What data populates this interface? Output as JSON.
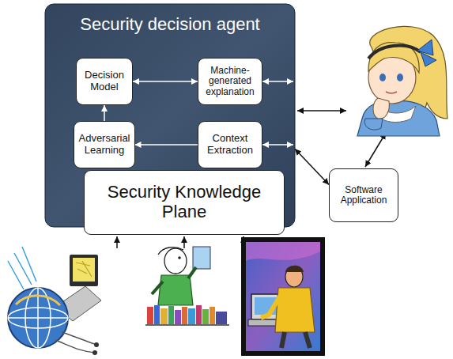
{
  "diagram": {
    "nodes": [
      {
        "text": [
          "Security decision agent"
        ]
      },
      {
        "text": [
          "Decision Model"
        ],
        "in": 0
      },
      {
        "text": [
          "Machine-generated explanation"
        ],
        "in": 0
      },
      {
        "text": [
          "Adversarial Learning"
        ],
        "in": 0
      },
      {
        "text": [
          "Context Extraction"
        ],
        "in": 0
      },
      {
        "text": [
          "Security Knowledge Plane"
        ],
        "in": 0
      },
      {
        "text": [
          "Software Application"
        ]
      }
    ],
    "edges": [
      {
        "from": 1,
        "to": 2,
        "arrow": "both"
      },
      {
        "from": 3,
        "to": 1,
        "arrow": "to"
      },
      {
        "from": 4,
        "to": 3,
        "arrow": "to"
      },
      {
        "from": 0,
        "to": 6,
        "arrow": "both"
      }
    ]
  }
}
